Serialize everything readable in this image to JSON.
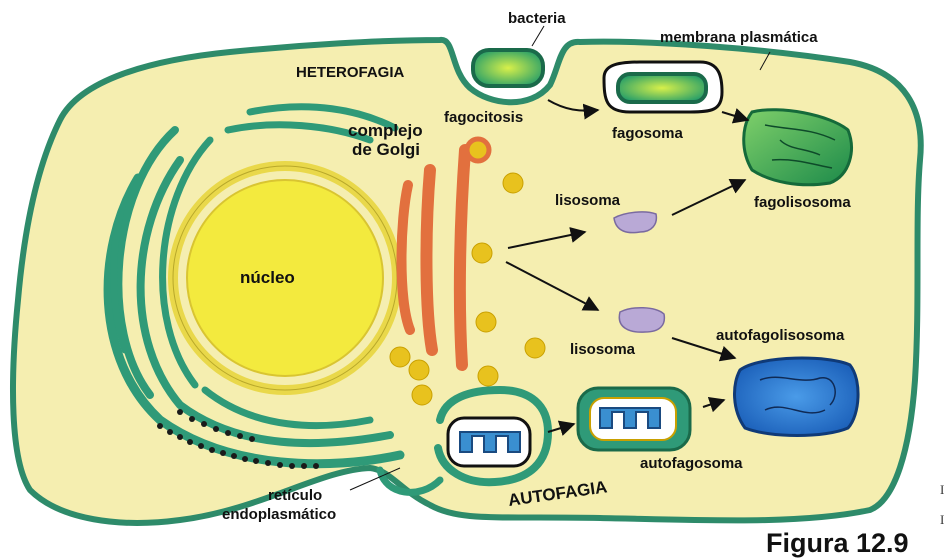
{
  "labels": {
    "bacteria": "bacteria",
    "membrana": "membrana plasmática",
    "heterofagia": "HETEROFAGIA",
    "fagocitosis": "fagocitosis",
    "golgi_line1": "complejo",
    "golgi_line2": "de Golgi",
    "fagosoma": "fagosoma",
    "fagolisosoma": "fagolisosoma",
    "lisosoma_top": "lisosoma",
    "nucleo": "núcleo",
    "lisosoma_bottom": "lisosoma",
    "autofagolisosoma": "autofagolisosoma",
    "autofagosoma": "autofagosoma",
    "autofagia": "AUTOFAGIA",
    "reticulo_line1": "retículo",
    "reticulo_line2": "endoplasmático"
  },
  "figure_caption": "Figura 12.9",
  "edge_marks": [
    "I",
    "I"
  ],
  "colors": {
    "cytoplasm": "#f5eeb0",
    "cell_border": "#2e8b6a",
    "er_green": "#2f9a78",
    "nucleus": "#f3ea3e",
    "nuclear_envelope": "#e9d84a",
    "golgi": "#e2703e",
    "lysosome_vesicle": "#e8c21e",
    "lysosome": "#b9a9d6",
    "autofagolisosoma": "#2b73c7",
    "mitochondria": "#3a8fd0",
    "bacteria": "#2aa56a",
    "ribosome": "#1a1a1a"
  }
}
